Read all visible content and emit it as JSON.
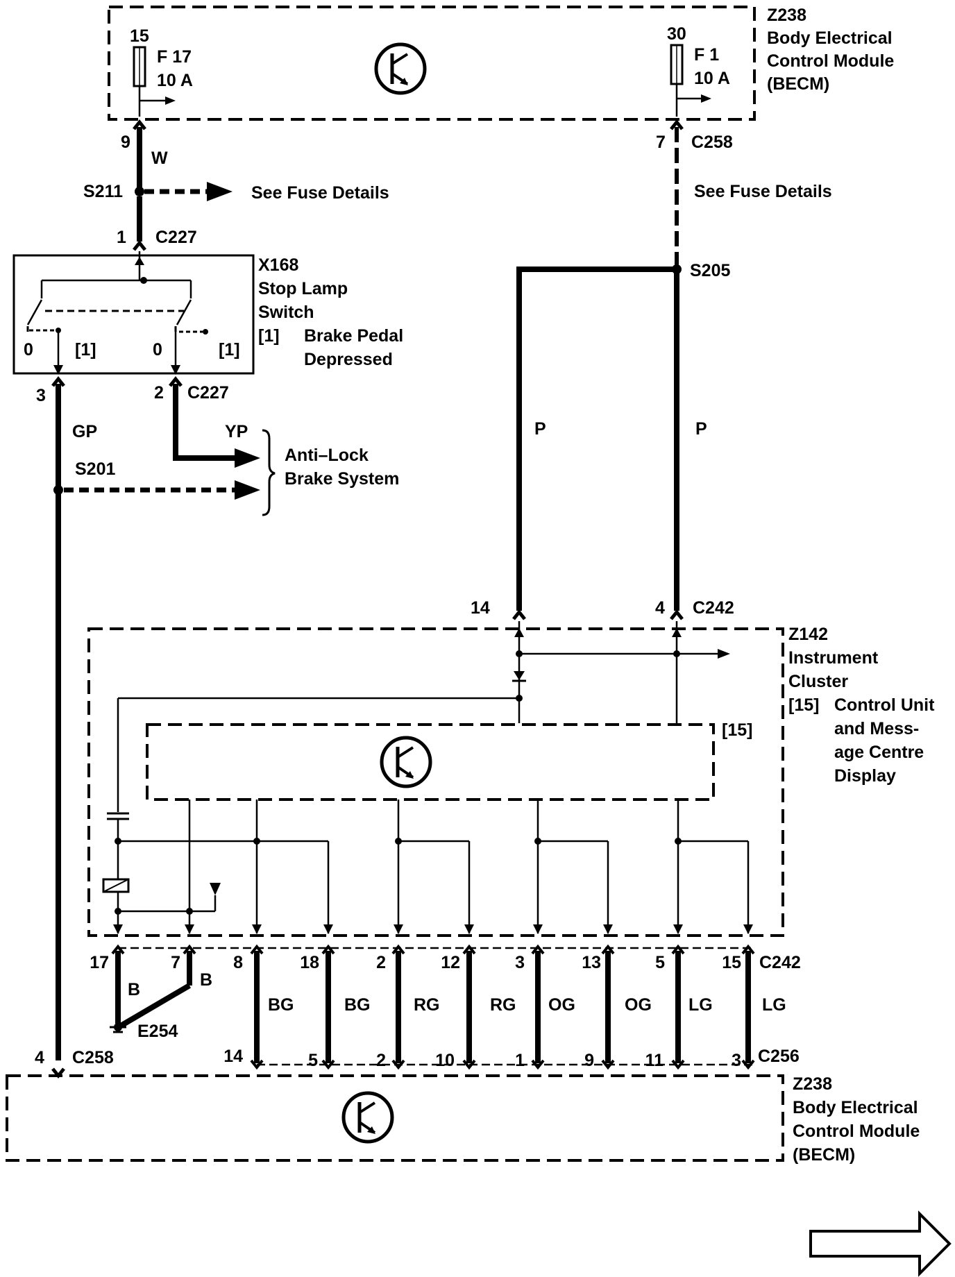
{
  "modules": {
    "becm_top": {
      "id": "Z238",
      "line1": "Body Electrical",
      "line2": "Control Module",
      "line3": "(BECM)"
    },
    "becm_bottom": {
      "id": "Z238",
      "line1": "Body Electrical",
      "line2": "Control Module",
      "line3": "(BECM)"
    },
    "cluster": {
      "id": "Z142",
      "line1": "Instrument",
      "line2": "Cluster",
      "note_ref": "[15]",
      "note1": "Control Unit",
      "note2": "and Mess-",
      "note3": "age Centre",
      "note4": "Display",
      "inner_ref": "[15]"
    },
    "switch": {
      "id": "X168",
      "line1": "Stop Lamp",
      "line2": "Switch",
      "note_ref": "[1]",
      "note1": "Brake Pedal",
      "note2": "Depressed",
      "pos0_left": "0",
      "pos1_left": "[1]",
      "pos0_right": "0",
      "pos1_right": "[1]"
    }
  },
  "fuses": {
    "f17": {
      "pin": "15",
      "name": "F 17",
      "rating": "10 A"
    },
    "f1": {
      "pin": "30",
      "name": "F 1",
      "rating": "10 A"
    }
  },
  "wires": {
    "left_top": {
      "pin": "9",
      "color": "W"
    },
    "right_top": {
      "pin": "7",
      "connector": "C258",
      "ref": "See Fuse Details"
    },
    "s211": {
      "splice": "S211",
      "ref": "See Fuse Details"
    },
    "c227_top": {
      "pin": "1",
      "connector": "C227"
    },
    "s205": {
      "splice": "S205"
    },
    "switch_out_left": {
      "pin": "3",
      "color": "GP"
    },
    "switch_out_right": {
      "pin": "2",
      "connector": "C227",
      "color": "YP"
    },
    "s201": {
      "splice": "S201"
    },
    "abs": {
      "line1": "Anti–Lock",
      "line2": "Brake System"
    },
    "p_left": {
      "color": "P",
      "pin": "14"
    },
    "p_right": {
      "color": "P",
      "pin": "4",
      "connector": "C242"
    },
    "left_long": {
      "pin": "4",
      "connector": "C258"
    }
  },
  "bottom_connectors": {
    "top_connector": "C242",
    "bottom_connector": "C256",
    "ground": "E254",
    "wire_b_left": "B",
    "wire_b_right": "B",
    "columns": [
      {
        "top": "17",
        "bottom": ""
      },
      {
        "top": "7",
        "bottom": ""
      },
      {
        "top": "8",
        "bottom": "14"
      },
      {
        "top": "18",
        "bottom": "5",
        "color": "BG"
      },
      {
        "top": "2",
        "bottom": "2",
        "color": "BG"
      },
      {
        "top": "12",
        "bottom": "10",
        "color": "RG"
      },
      {
        "top": "3",
        "bottom": "1",
        "color": "RG"
      },
      {
        "top": "13",
        "bottom": "9",
        "color": "OG"
      },
      {
        "top": "5",
        "bottom": "11",
        "color": "OG"
      },
      {
        "top": "15",
        "bottom": "3",
        "color": "LG"
      },
      {
        "top": "",
        "bottom": "",
        "color": "LG"
      }
    ]
  },
  "icons": {
    "transistor": "transistor-icon",
    "next_page": "arrow-right-outline-icon"
  }
}
